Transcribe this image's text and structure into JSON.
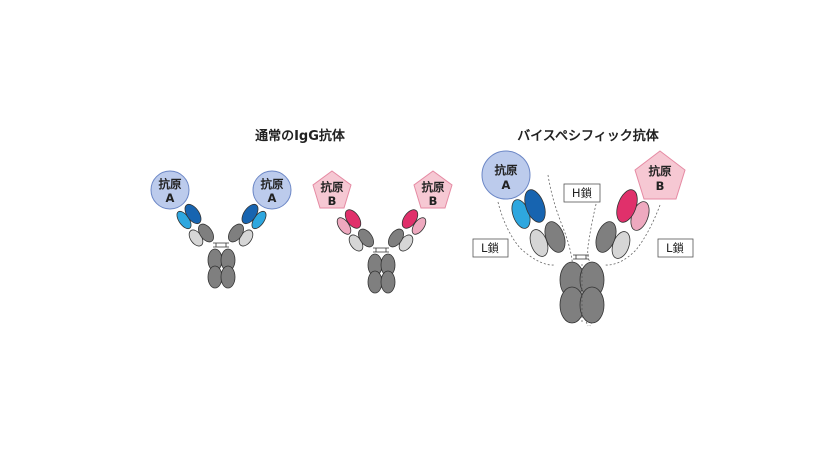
{
  "figure": {
    "left_title": "通常のIgG抗体",
    "right_title": "バイスペシフィック抗体"
  },
  "antigens": {
    "a_line1": "抗原",
    "a_line2": "A",
    "b_line1": "抗原",
    "b_line2": "B"
  },
  "chain_labels": {
    "heavy": "H鎖",
    "light": "L鎖"
  },
  "colors": {
    "antigen_a_fill": "#bccbec",
    "antigen_a_stroke": "#6c87c6",
    "antigen_b_fill": "#f6c8d3",
    "antigen_b_stroke": "#e58aa3",
    "blue_dark": "#1764b0",
    "blue_light": "#2ea7df",
    "pink_dark": "#e0306b",
    "pink_light": "#eea9bf",
    "grey_dark": "#7f7f7f",
    "grey_light": "#d6d6d6",
    "outline": "#333333"
  }
}
